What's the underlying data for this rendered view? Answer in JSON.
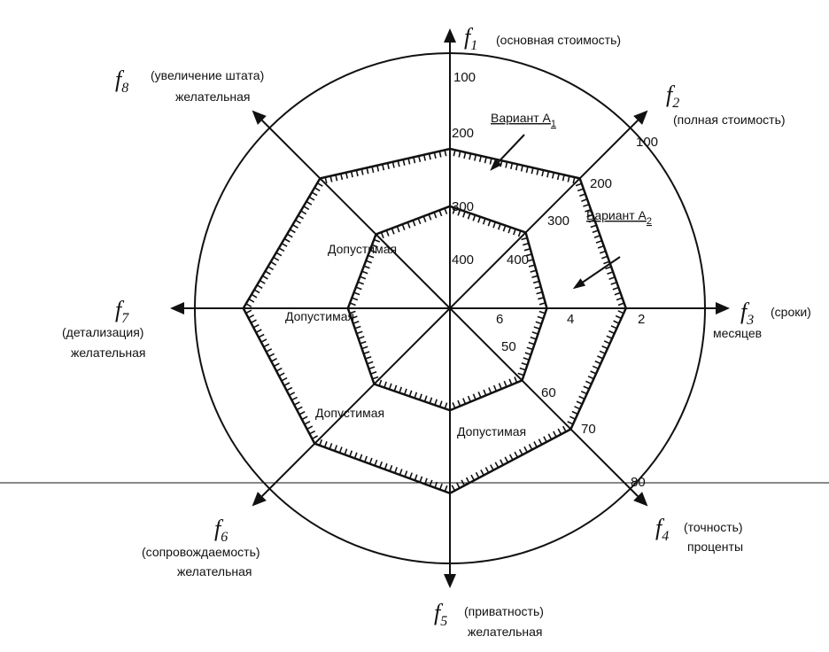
{
  "axes": [
    {
      "id": "f1",
      "name": "f",
      "sub": "1",
      "desc": [
        "(основная стоимость)"
      ],
      "ticks": [
        "100",
        "200",
        "300",
        "400"
      ]
    },
    {
      "id": "f2",
      "name": "f",
      "sub": "2",
      "desc": [
        "(полная стоимость)"
      ],
      "ticks": [
        "100",
        "200",
        "300",
        "400"
      ]
    },
    {
      "id": "f3",
      "name": "f",
      "sub": "3",
      "desc": [
        "(сроки)",
        "месяцев"
      ],
      "ticks": [
        "2",
        "4",
        "6"
      ]
    },
    {
      "id": "f4",
      "name": "f",
      "sub": "4",
      "desc": [
        "(точность)",
        "проценты"
      ],
      "ticks": [
        "80",
        "70",
        "60",
        "50"
      ]
    },
    {
      "id": "f5",
      "name": "f",
      "sub": "5",
      "desc": [
        "(приватность)",
        "желательная"
      ],
      "ticks": []
    },
    {
      "id": "f6",
      "name": "f",
      "sub": "6",
      "desc": [
        "(сопровождаемость)",
        "желательная"
      ],
      "ticks": []
    },
    {
      "id": "f7",
      "name": "f",
      "sub": "7",
      "desc": [
        "(детализация)",
        "желательная"
      ],
      "ticks": []
    },
    {
      "id": "f8",
      "name": "f",
      "sub": "8",
      "desc": [
        "(увеличение штата)",
        "желательная"
      ],
      "ticks": []
    }
  ],
  "zones": [
    "Допустимая",
    "Допустимая",
    "Допустимая",
    "Допустимая"
  ],
  "variants": [
    {
      "label": "Вариант А",
      "sub": "1"
    },
    {
      "label": "Вариант А",
      "sub": "2"
    }
  ],
  "polygons": {
    "outer": [
      0.625,
      0.72,
      0.69,
      0.67,
      0.725,
      0.75,
      0.81,
      0.72
    ],
    "inner": [
      0.4,
      0.42,
      0.38,
      0.4,
      0.4,
      0.42,
      0.4,
      0.41
    ]
  },
  "colors": {
    "ink": "#111111",
    "background": "#ffffff"
  }
}
